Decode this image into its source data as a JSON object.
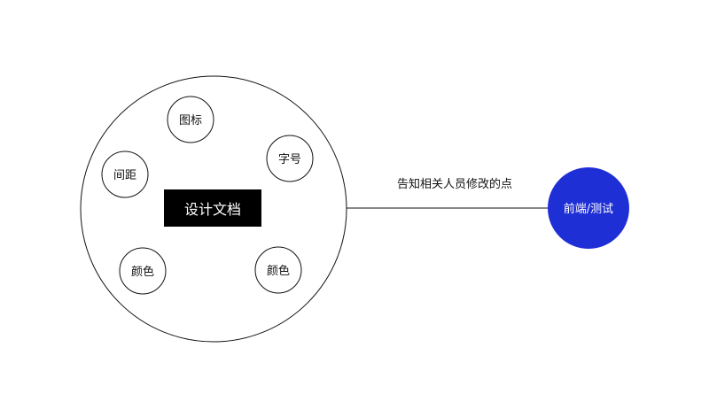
{
  "diagram": {
    "center_title": "设计文档",
    "items": [
      {
        "label": "图标"
      },
      {
        "label": "字号"
      },
      {
        "label": "间距"
      },
      {
        "label": "颜色"
      },
      {
        "label": "颜色"
      }
    ],
    "connector_label": "告知相关人员修改的点",
    "target_label": "前端/测试",
    "colors": {
      "line": "#111111",
      "center_box": "#000000",
      "target_fill": "#1F2FD6",
      "target_text": "#ffffff",
      "background": "#ffffff"
    }
  }
}
